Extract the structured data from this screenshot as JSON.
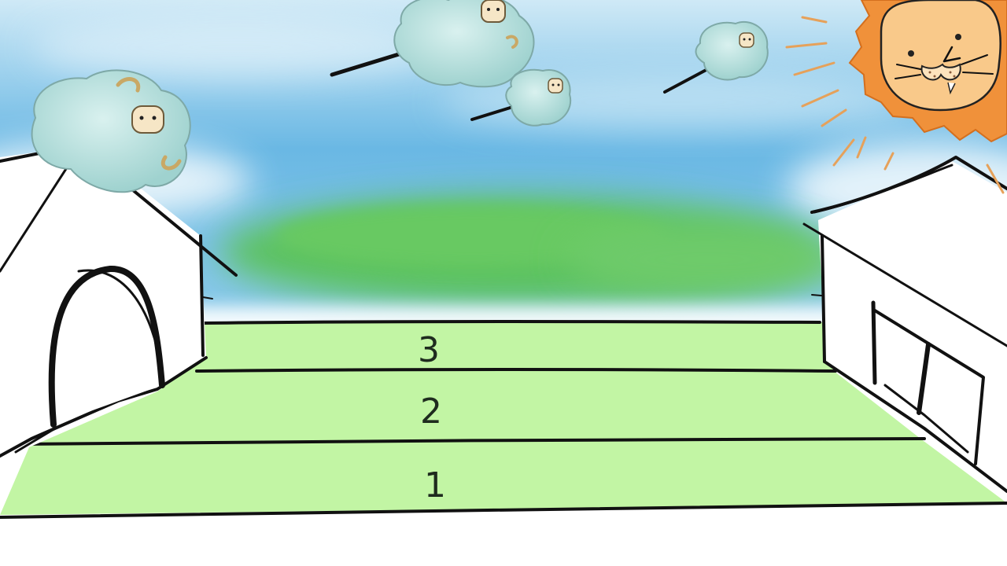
{
  "scene": {
    "lanes": [
      {
        "id": "lane-1",
        "label": "1"
      },
      {
        "id": "lane-2",
        "label": "2"
      },
      {
        "id": "lane-3",
        "label": "3"
      }
    ],
    "enemies": [
      {
        "name": "cotton-candy-sheep-1"
      },
      {
        "name": "cotton-candy-sheep-2"
      },
      {
        "name": "cotton-candy-sheep-3"
      },
      {
        "name": "cotton-candy-sheep-4"
      }
    ],
    "icons": [
      "lion-sun-icon",
      "doghouse-icon",
      "barn-icon"
    ],
    "colors": {
      "sky": "#6ab8e4",
      "hills": "#6cc96a",
      "lane_fill": "#c2f5a4",
      "ink": "#111111",
      "lion_mane": "#f0913a",
      "lion_face": "#f9c98a",
      "cotton_candy": "#b9e1df"
    }
  }
}
